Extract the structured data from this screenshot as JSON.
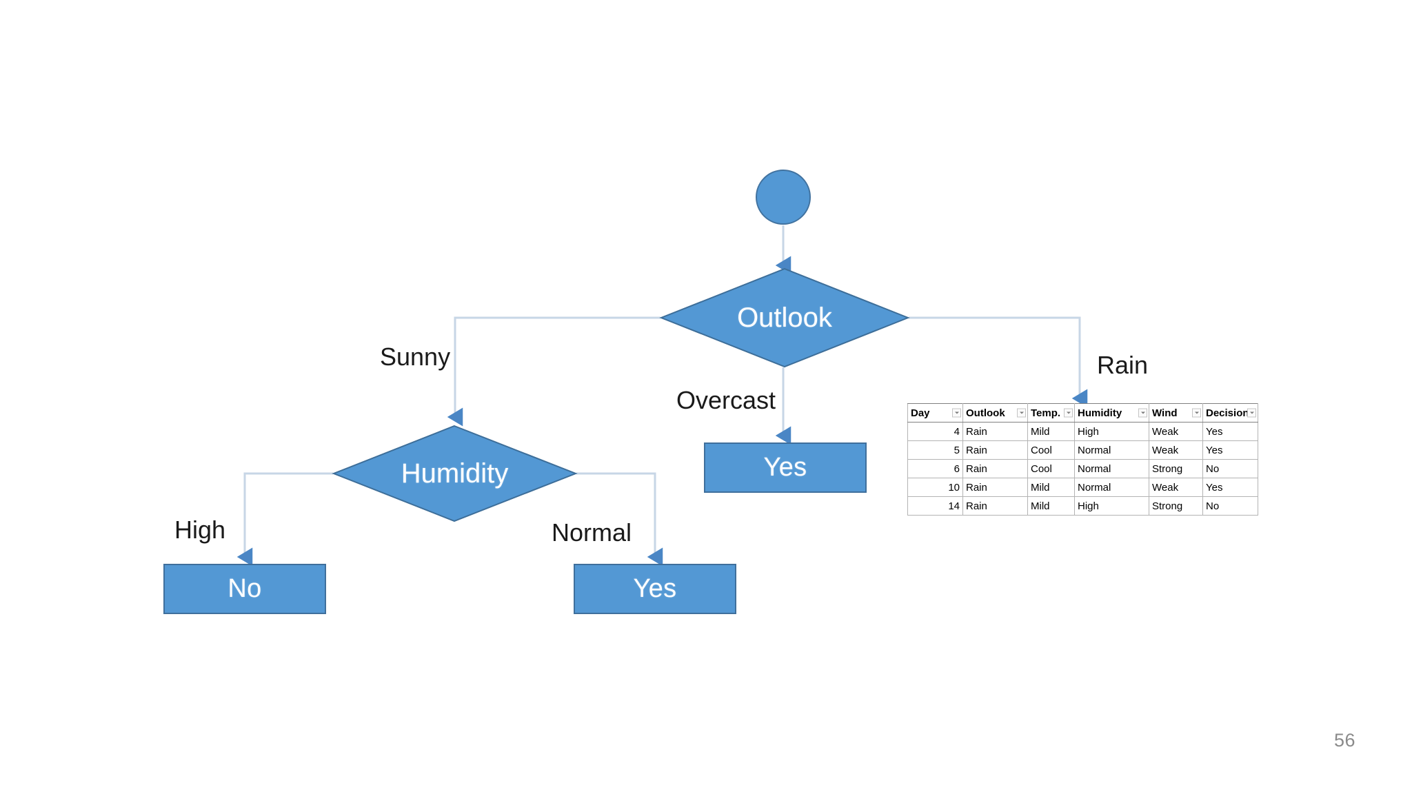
{
  "slide": {
    "page_number": "56",
    "background_color": "#ffffff"
  },
  "theme": {
    "node_fill": "#5398d4",
    "node_border": "#3f6f9c",
    "connector_color": "#c7d6e6",
    "arrow_color": "#4a86c5",
    "label_text_color": "#1a1a1a",
    "node_text_color": "#ffffff",
    "page_number_color": "#8a8a8a"
  },
  "tree": {
    "root": {
      "name": "root-circle-node",
      "shape": "circle",
      "label": ""
    },
    "nodes": [
      {
        "id": "outlook",
        "shape": "diamond",
        "label": "Outlook"
      },
      {
        "id": "humidity",
        "shape": "diamond",
        "label": "Humidity"
      },
      {
        "id": "overcast-yes",
        "shape": "rectangle",
        "label": "Yes"
      },
      {
        "id": "high-no",
        "shape": "rectangle",
        "label": "No"
      },
      {
        "id": "normal-yes",
        "shape": "rectangle",
        "label": "Yes"
      }
    ],
    "edge_labels": [
      {
        "id": "sunny",
        "label": "Sunny"
      },
      {
        "id": "overcast",
        "label": "Overcast"
      },
      {
        "id": "rain",
        "label": "Rain"
      },
      {
        "id": "high",
        "label": "High"
      },
      {
        "id": "normal",
        "label": "Normal"
      }
    ]
  },
  "table": {
    "columns": [
      "Day",
      "Outlook",
      "Temp.",
      "Humidity",
      "Wind",
      "Decision"
    ],
    "filter_icon": "filter-dropdown-icon",
    "rows": [
      {
        "day": "4",
        "outlook": "Rain",
        "temp": "Mild",
        "humidity": "High",
        "wind": "Weak",
        "decision": "Yes"
      },
      {
        "day": "5",
        "outlook": "Rain",
        "temp": "Cool",
        "humidity": "Normal",
        "wind": "Weak",
        "decision": "Yes"
      },
      {
        "day": "6",
        "outlook": "Rain",
        "temp": "Cool",
        "humidity": "Normal",
        "wind": "Strong",
        "decision": "No"
      },
      {
        "day": "10",
        "outlook": "Rain",
        "temp": "Mild",
        "humidity": "Normal",
        "wind": "Weak",
        "decision": "Yes"
      },
      {
        "day": "14",
        "outlook": "Rain",
        "temp": "Mild",
        "humidity": "High",
        "wind": "Strong",
        "decision": "No"
      }
    ]
  }
}
